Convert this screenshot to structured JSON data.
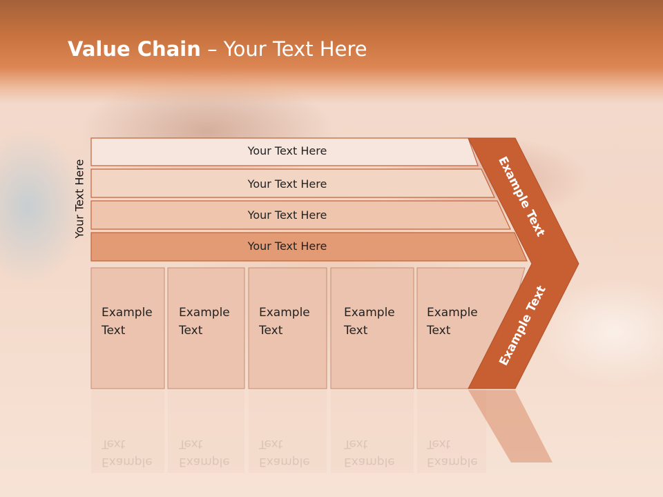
{
  "title": {
    "bold": "Value Chain",
    "rest": " – Your Text Here"
  },
  "side_label": "Your Text Here",
  "bars": [
    {
      "label": "Your Text Here"
    },
    {
      "label": "Your Text Here"
    },
    {
      "label": "Your Text Here"
    },
    {
      "label": "Your Text Here"
    }
  ],
  "boxes": [
    {
      "line1": "Example",
      "line2": "Text"
    },
    {
      "line1": "Example",
      "line2": "Text"
    },
    {
      "line1": "Example",
      "line2": "Text"
    },
    {
      "line1": "Example",
      "line2": "Text"
    },
    {
      "line1": "Example",
      "line2": "Text"
    }
  ],
  "chevron": {
    "upper": "Example Text",
    "lower": "Example Text"
  },
  "colors": {
    "accent": "#c85f32",
    "bar1": "#f6e6dd",
    "bar2": "#f2d5c3",
    "bar3": "#efc6ad",
    "bar4": "#e39b75",
    "box": "#ecc3ae"
  }
}
